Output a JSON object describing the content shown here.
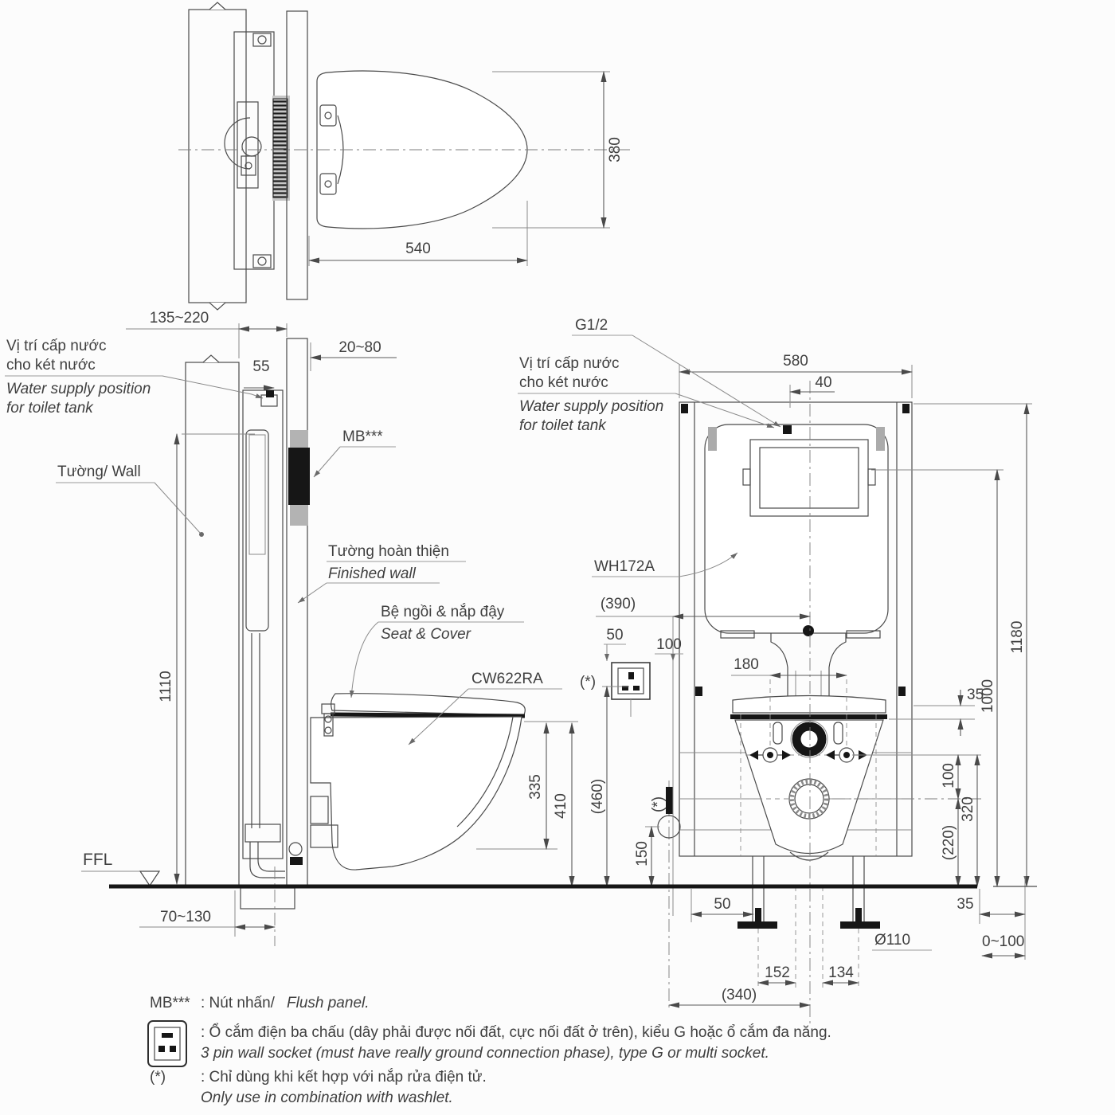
{
  "water_supply": {
    "vi1": "Vị trí cấp nước",
    "vi2": "cho két nước",
    "en1": "Water supply position",
    "en2": "for toilet tank"
  },
  "plan": {
    "d540": "540",
    "d380": "380"
  },
  "side": {
    "d135_220": "135~220",
    "d20_80": "20~80",
    "d55": "55",
    "wall": "Tường/ Wall",
    "mb": "MB***",
    "fw_vi": "Tường hoàn thiện",
    "fw_en": "Finished wall",
    "seat_vi": "Bệ ngồi & nắp đậy",
    "seat_en": "Seat & Cover",
    "model": "CW622RA",
    "d1110": "1110",
    "d335": "335",
    "d410": "410",
    "ffl": "FFL",
    "d70_130": "70~130"
  },
  "front": {
    "g12": "G1/2",
    "d580": "580",
    "d40": "40",
    "model": "WH172A",
    "d390": "(390)",
    "d50_socket": "50",
    "d100_socket": "100",
    "star_socket": "(*)",
    "d180": "180",
    "d1180": "1180",
    "d1000": "1000",
    "d35_seat": "35",
    "d100_right": "100",
    "d320": "320",
    "d220": "(220)",
    "d460": "(460)",
    "d150": "150",
    "star_valve": "(*)",
    "d50_foot": "50",
    "d35_floor": "35",
    "d0_100": "0~100",
    "dia110": "Ø110",
    "d152": "152",
    "d134": "134",
    "d340": "(340)"
  },
  "legend": {
    "mb_key": "MB***",
    "mb_vi": ": Nút nhấn/",
    "mb_en": "Flush panel.",
    "socket_vi": ": Ổ cắm điện ba chấu (dây phải được nối đất, cực nối đất ở trên), kiểu G hoặc ổ cắm đa năng.",
    "socket_en": "3 pin wall socket (must have really ground connection phase), type G or multi socket.",
    "star_key": "(*)",
    "star_vi": ": Chỉ dùng khi kết hợp với nắp rửa điện tử.",
    "star_en": "Only use in combination with washlet."
  }
}
